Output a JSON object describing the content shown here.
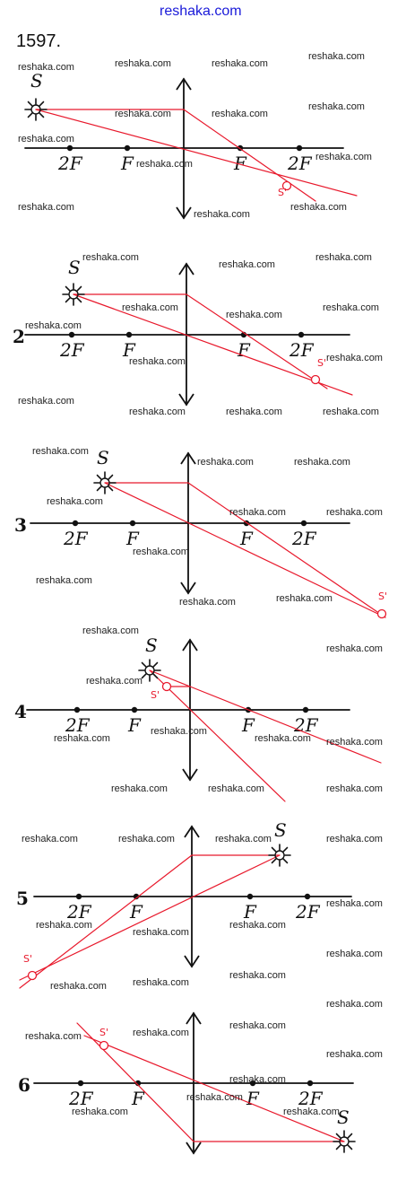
{
  "header": {
    "site": "reshaka.com",
    "problem": "1597."
  },
  "watermark": "reshaka.com",
  "labels": {
    "source": "S",
    "image": "S'",
    "two_f": "2F",
    "f": "F"
  },
  "colors": {
    "ray": "#e8192c",
    "ink": "#111111",
    "link": "#1a1ad9"
  },
  "panels": [
    {
      "index": "",
      "has_image": true
    },
    {
      "index": "2",
      "has_image": true
    },
    {
      "index": "3",
      "has_image": true
    },
    {
      "index": "4",
      "has_image": true
    },
    {
      "index": "5",
      "has_image": true
    },
    {
      "index": "6",
      "has_image": true
    }
  ]
}
